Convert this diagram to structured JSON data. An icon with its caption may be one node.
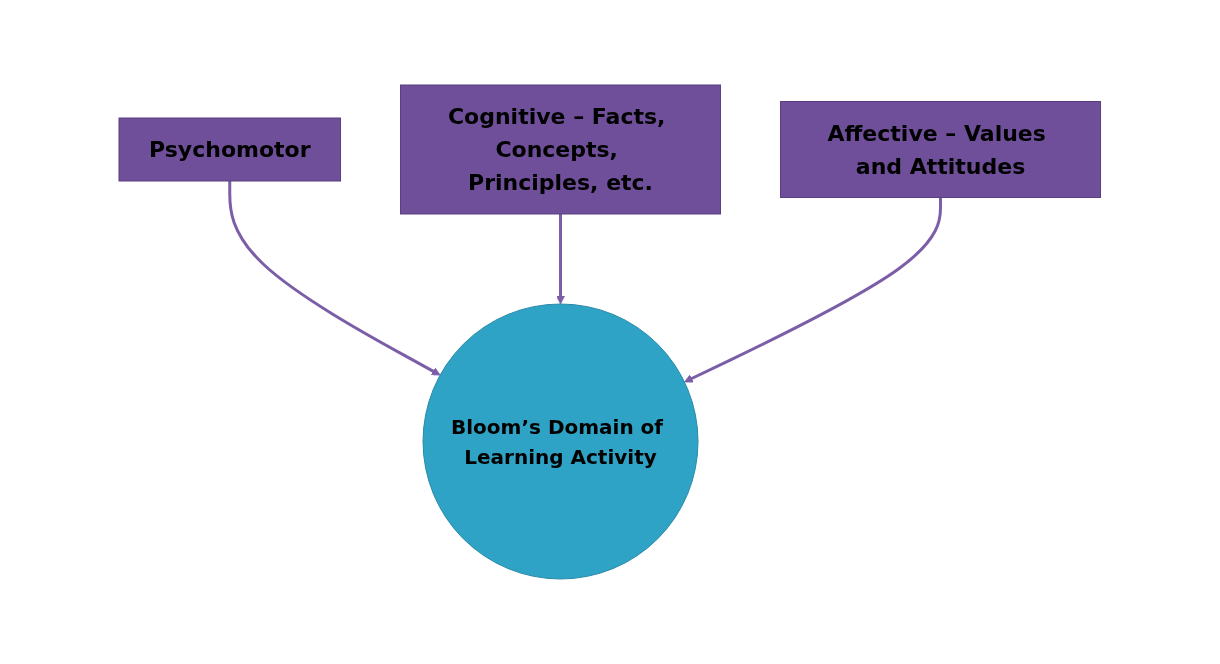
{
  "diagram": {
    "nodes": [
      {
        "text": [
          "Psychomotor"
        ]
      },
      {
        "text": [
          "Cognitive – Facts, Concepts, Principles, etc."
        ]
      },
      {
        "text": [
          "Affective – Values and Attitudes"
        ]
      },
      {
        "text": [
          "Bloom’s Domain of Learning Activity"
        ]
      }
    ],
    "edges": [
      {
        "from": 0,
        "to": 3,
        "arrow": "to"
      },
      {
        "from": 1,
        "to": 3,
        "arrow": "to"
      },
      {
        "from": 2,
        "to": 3,
        "arrow": "to"
      }
    ]
  }
}
